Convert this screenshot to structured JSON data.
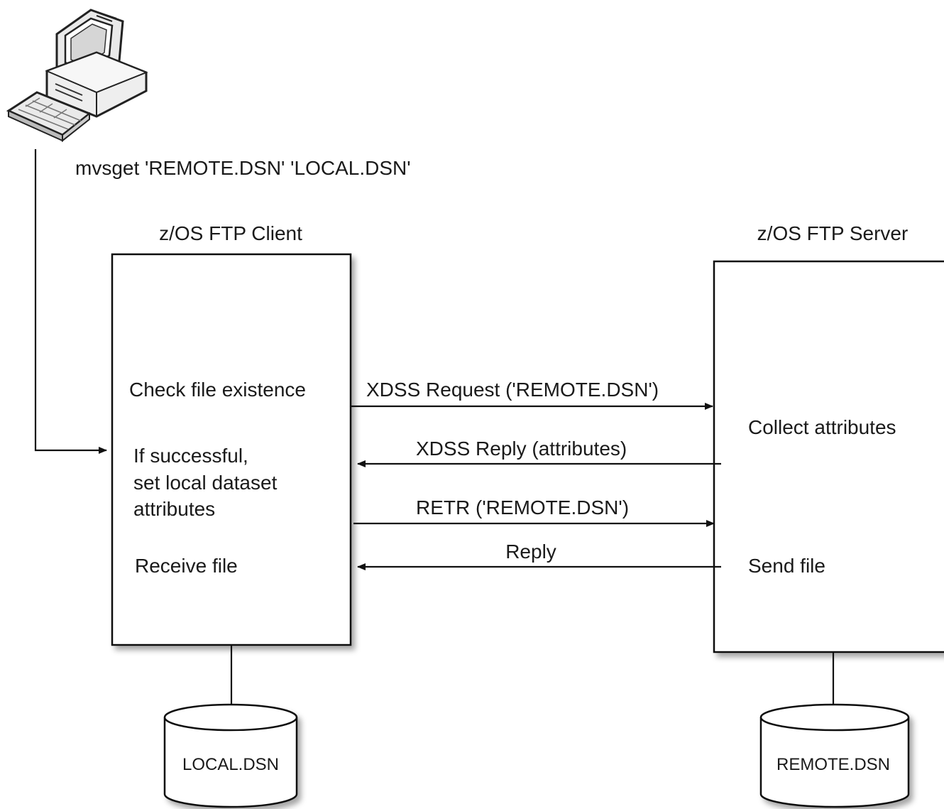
{
  "command": "mvsget  'REMOTE.DSN' 'LOCAL.DSN'",
  "client": {
    "title": "z/OS FTP Client",
    "steps": {
      "check": "Check file existence",
      "set_line1": "If successful,",
      "set_line2": "set local dataset",
      "set_line3": "attributes",
      "receive": "Receive file"
    },
    "dataset": "LOCAL.DSN"
  },
  "server": {
    "title": "z/OS FTP Server",
    "steps": {
      "collect": "Collect attributes",
      "send": "Send file"
    },
    "dataset": "REMOTE.DSN"
  },
  "messages": {
    "xdss_request": "XDSS Request ('REMOTE.DSN')",
    "xdss_reply": "XDSS Reply (attributes)",
    "retr": "RETR ('REMOTE.DSN')",
    "reply": "Reply"
  },
  "icons": [
    "desktop-computer-icon",
    "database-cylinder-icon"
  ]
}
